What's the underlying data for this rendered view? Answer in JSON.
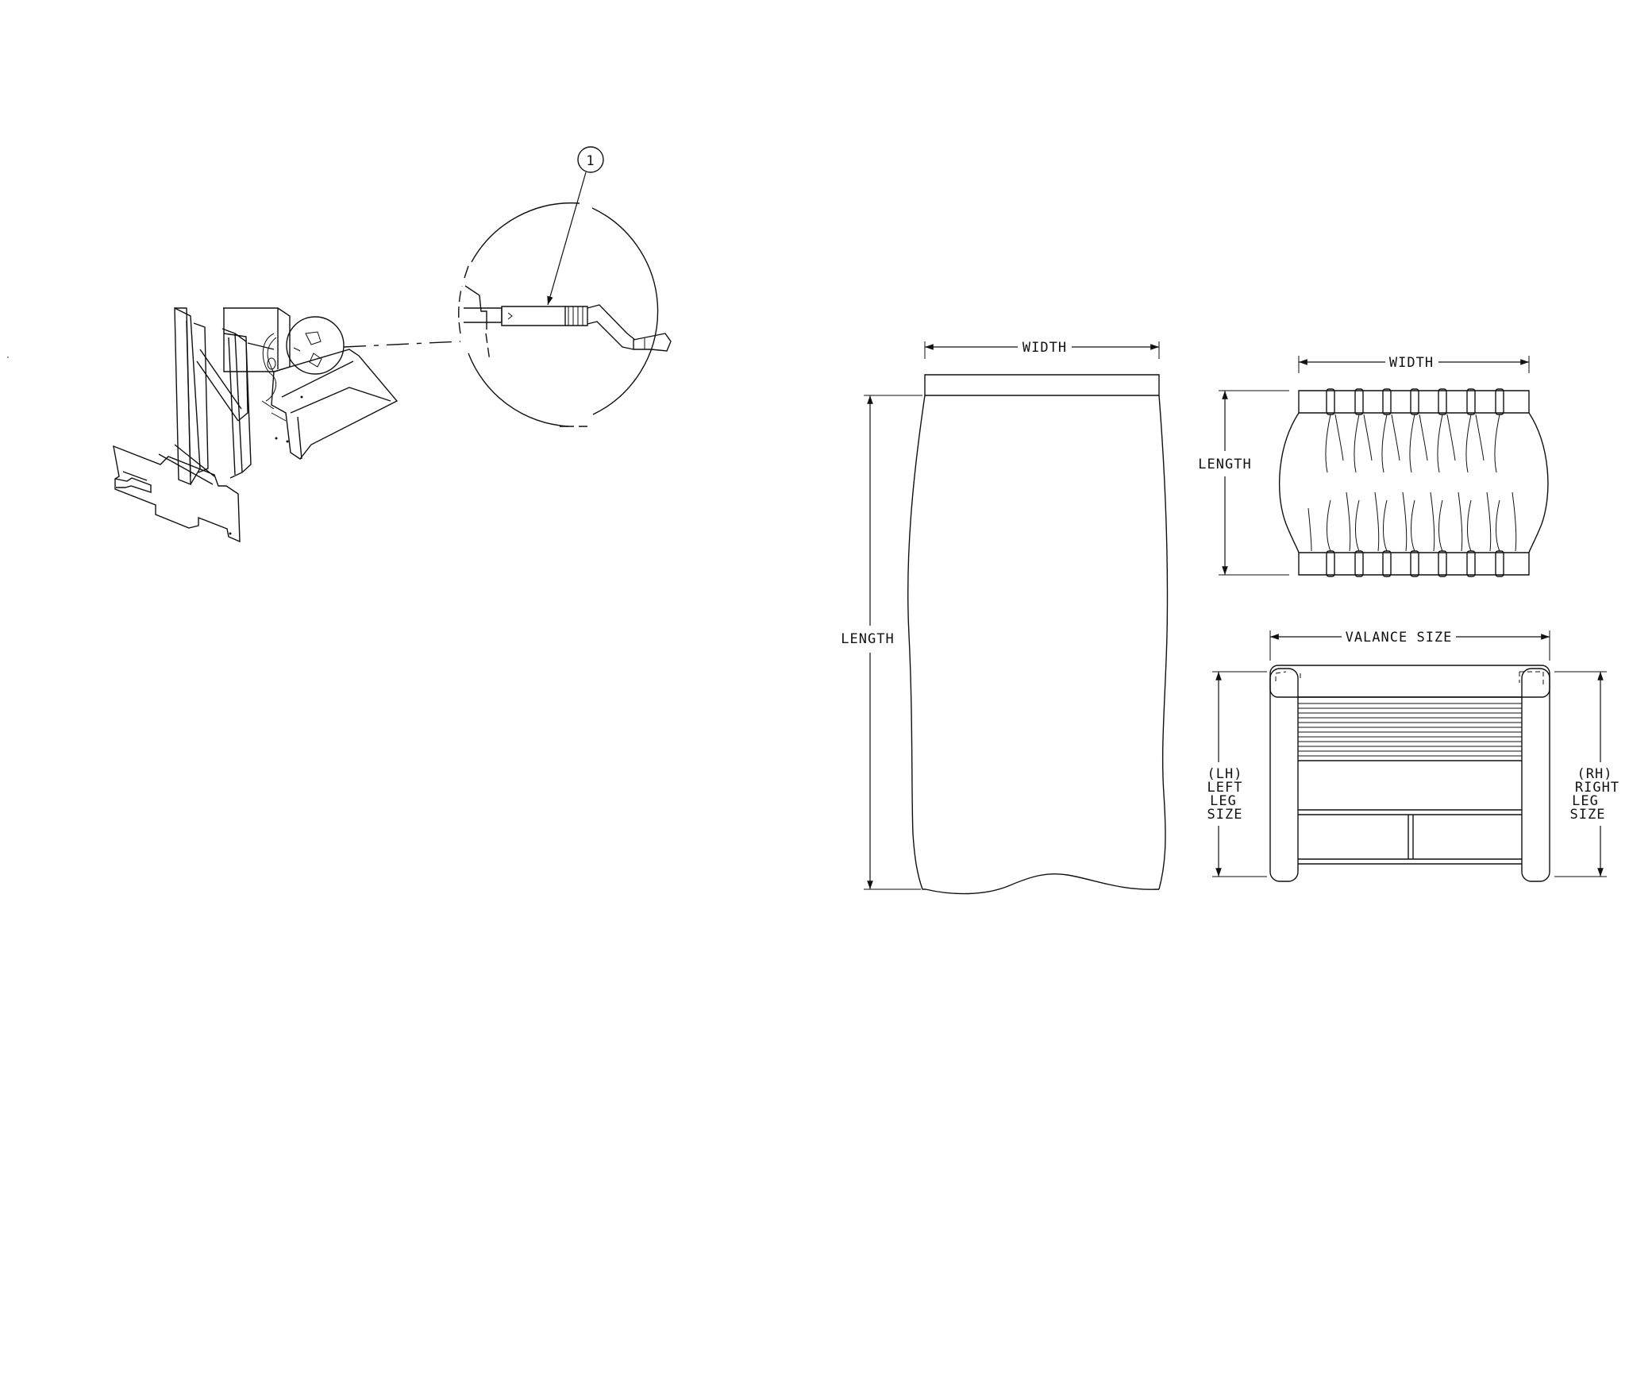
{
  "callout": {
    "number": "1"
  },
  "skirt_drawing": {
    "width_label": "WIDTH",
    "length_label": "LENGTH"
  },
  "valance_drawing": {
    "width_label": "WIDTH",
    "length_label": "LENGTH"
  },
  "seat_drawing": {
    "valance_label": "VALANCE SIZE",
    "left_leg_label": [
      "(LH)",
      "LEFT",
      "LEG",
      "SIZE"
    ],
    "right_leg_label": [
      "(RH)",
      "RIGHT",
      "LEG",
      "SIZE"
    ]
  }
}
